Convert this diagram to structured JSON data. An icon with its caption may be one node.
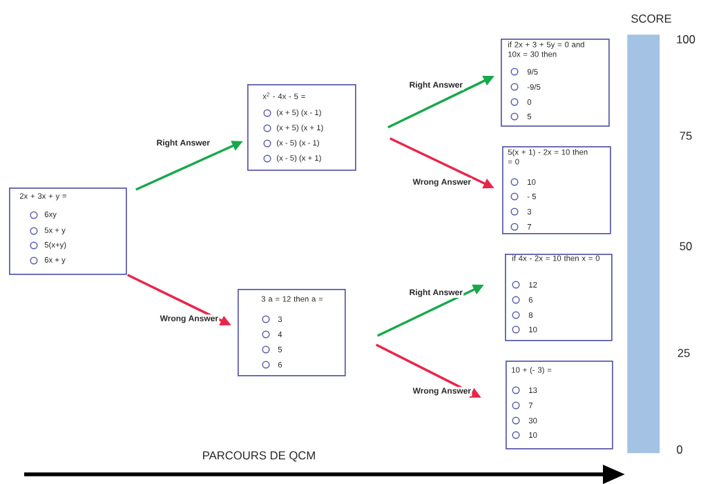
{
  "diagram": {
    "nodes": [
      {
        "text": [
          "2x + 3x + y =",
          "6xy",
          "5x + y",
          "5(x+y)",
          "6x + y"
        ]
      },
      {
        "text": [
          "x$^{2}$ - 4x - 5 =",
          "(x + 5) (x - 1)",
          "(x + 5) (x + 1)",
          "(x - 5) (x - 1)",
          "(x - 5) (x + 1)"
        ]
      },
      {
        "text": [
          "3 a = 12 then a =",
          "3",
          "4",
          "5",
          "6"
        ]
      },
      {
        "text": [
          "if 2x + 3 + 5y = 0 and 10x = 30 then",
          "9/5",
          "-9/5",
          "0",
          "5"
        ]
      },
      {
        "text": [
          "5(x + 1) - 2x = 10 then = 0",
          "10",
          "- 5",
          "3",
          "7"
        ]
      },
      {
        "text": [
          "if 4x - 2x = 10 then x = 0",
          "12",
          "6",
          "8",
          "10"
        ]
      },
      {
        "text": [
          "10 + (- 3) =",
          "13",
          "7",
          "30",
          "10"
        ]
      },
      {
        "text": [],
        "shape": "bar"
      }
    ],
    "edges": [
      {
        "from": 0,
        "to": 1,
        "arrow": "to",
        "label": "Right Answer",
        "color": "#17a84a"
      },
      {
        "from": 0,
        "to": 2,
        "arrow": "to",
        "label": "Wrong Answer",
        "color": "#e8264a"
      },
      {
        "from": 1,
        "to": 3,
        "arrow": "to",
        "label": "Right Answer",
        "color": "#17a84a"
      },
      {
        "from": 1,
        "to": 4,
        "arrow": "to",
        "label": "Wrong Answer",
        "color": "#e8264a"
      },
      {
        "from": 2,
        "to": 5,
        "arrow": "to",
        "label": "Right Answer",
        "color": "#17a84a"
      },
      {
        "from": 2,
        "to": 6,
        "arrow": "to",
        "label": "Wrong Answer",
        "color": "#e8264a"
      }
    ],
    "labels": [
      "SCORE",
      "100",
      "75",
      "50",
      "25",
      "0",
      "PARCOURS DE QCM"
    ]
  }
}
